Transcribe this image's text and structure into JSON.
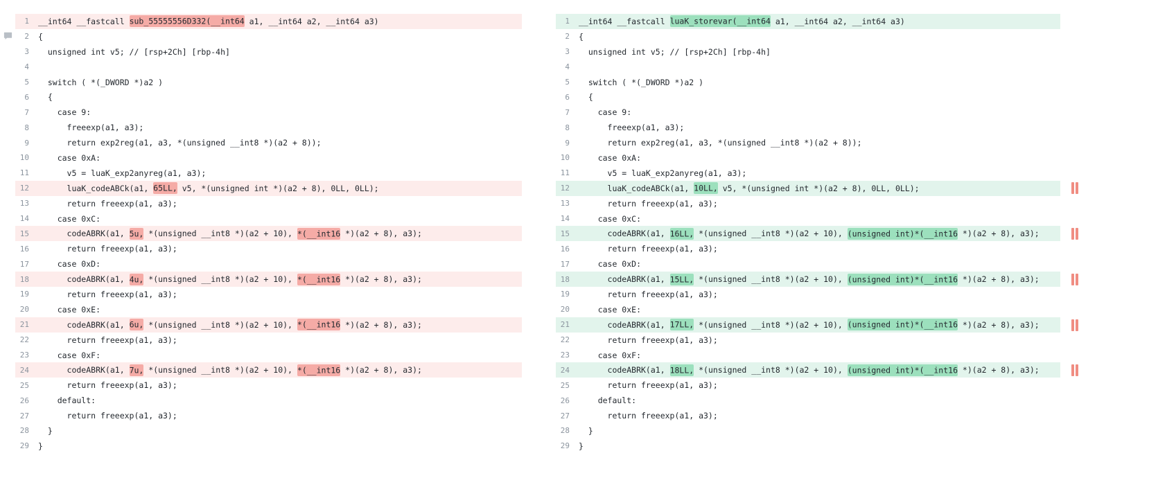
{
  "colors": {
    "background": "#ffffff",
    "code_text": "#24292f",
    "line_number": "#8b949e",
    "del_line_bg": "#fdeceb",
    "del_word_bg": "#f5aba6",
    "add_line_bg": "#e2f4ec",
    "add_word_bg": "#9ce0bd",
    "ruler_mark": "#f08d82",
    "comment_icon": "#b9bfc6"
  },
  "left_panel": {
    "side": "old",
    "comment_indicator_line": 2,
    "lines": [
      {
        "n": 1,
        "changed": true,
        "s": [
          [
            "__int64 __fastcall ",
            0
          ],
          [
            "sub_55555556D332(__int64",
            1
          ],
          [
            " a1, __int64 a2, __int64 a3)",
            0
          ]
        ]
      },
      {
        "n": 2,
        "changed": false,
        "s": [
          [
            "{",
            0
          ]
        ]
      },
      {
        "n": 3,
        "changed": false,
        "s": [
          [
            "  unsigned int v5; // [rsp+2Ch] [rbp-4h]",
            0
          ]
        ]
      },
      {
        "n": 4,
        "changed": false,
        "s": [
          [
            "",
            0
          ]
        ]
      },
      {
        "n": 5,
        "changed": false,
        "s": [
          [
            "  switch ( *(_DWORD *)a2 )",
            0
          ]
        ]
      },
      {
        "n": 6,
        "changed": false,
        "s": [
          [
            "  {",
            0
          ]
        ]
      },
      {
        "n": 7,
        "changed": false,
        "s": [
          [
            "    case 9:",
            0
          ]
        ]
      },
      {
        "n": 8,
        "changed": false,
        "s": [
          [
            "      freeexp(a1, a3);",
            0
          ]
        ]
      },
      {
        "n": 9,
        "changed": false,
        "s": [
          [
            "      return exp2reg(a1, a3, *(unsigned __int8 *)(a2 + 8));",
            0
          ]
        ]
      },
      {
        "n": 10,
        "changed": false,
        "s": [
          [
            "    case 0xA:",
            0
          ]
        ]
      },
      {
        "n": 11,
        "changed": false,
        "s": [
          [
            "      v5 = luaK_exp2anyreg(a1, a3);",
            0
          ]
        ]
      },
      {
        "n": 12,
        "changed": true,
        "s": [
          [
            "      luaK_codeABCk(a1, ",
            0
          ],
          [
            "65LL,",
            1
          ],
          [
            " v5, *(unsigned int *)(a2 + 8), 0LL, 0LL);",
            0
          ]
        ]
      },
      {
        "n": 13,
        "changed": false,
        "s": [
          [
            "      return freeexp(a1, a3);",
            0
          ]
        ]
      },
      {
        "n": 14,
        "changed": false,
        "s": [
          [
            "    case 0xC:",
            0
          ]
        ]
      },
      {
        "n": 15,
        "changed": true,
        "s": [
          [
            "      codeABRK(a1, ",
            0
          ],
          [
            "5u,",
            1
          ],
          [
            " *(unsigned __int8 *)(a2 + 10), ",
            0
          ],
          [
            "*(__int16",
            1
          ],
          [
            " *)(a2 + 8), a3);",
            0
          ]
        ]
      },
      {
        "n": 16,
        "changed": false,
        "s": [
          [
            "      return freeexp(a1, a3);",
            0
          ]
        ]
      },
      {
        "n": 17,
        "changed": false,
        "s": [
          [
            "    case 0xD:",
            0
          ]
        ]
      },
      {
        "n": 18,
        "changed": true,
        "s": [
          [
            "      codeABRK(a1, ",
            0
          ],
          [
            "4u,",
            1
          ],
          [
            " *(unsigned __int8 *)(a2 + 10), ",
            0
          ],
          [
            "*(__int16",
            1
          ],
          [
            " *)(a2 + 8), a3);",
            0
          ]
        ]
      },
      {
        "n": 19,
        "changed": false,
        "s": [
          [
            "      return freeexp(a1, a3);",
            0
          ]
        ]
      },
      {
        "n": 20,
        "changed": false,
        "s": [
          [
            "    case 0xE:",
            0
          ]
        ]
      },
      {
        "n": 21,
        "changed": true,
        "s": [
          [
            "      codeABRK(a1, ",
            0
          ],
          [
            "6u,",
            1
          ],
          [
            " *(unsigned __int8 *)(a2 + 10), ",
            0
          ],
          [
            "*(__int16",
            1
          ],
          [
            " *)(a2 + 8), a3);",
            0
          ]
        ]
      },
      {
        "n": 22,
        "changed": false,
        "s": [
          [
            "      return freeexp(a1, a3);",
            0
          ]
        ]
      },
      {
        "n": 23,
        "changed": false,
        "s": [
          [
            "    case 0xF:",
            0
          ]
        ]
      },
      {
        "n": 24,
        "changed": true,
        "s": [
          [
            "      codeABRK(a1, ",
            0
          ],
          [
            "7u,",
            1
          ],
          [
            " *(unsigned __int8 *)(a2 + 10), ",
            0
          ],
          [
            "*(__int16",
            1
          ],
          [
            " *)(a2 + 8), a3);",
            0
          ]
        ]
      },
      {
        "n": 25,
        "changed": false,
        "s": [
          [
            "      return freeexp(a1, a3);",
            0
          ]
        ]
      },
      {
        "n": 26,
        "changed": false,
        "s": [
          [
            "    default:",
            0
          ]
        ]
      },
      {
        "n": 27,
        "changed": false,
        "s": [
          [
            "      return freeexp(a1, a3);",
            0
          ]
        ]
      },
      {
        "n": 28,
        "changed": false,
        "s": [
          [
            "  }",
            0
          ]
        ]
      },
      {
        "n": 29,
        "changed": false,
        "s": [
          [
            "}",
            0
          ]
        ]
      }
    ]
  },
  "right_panel": {
    "side": "new",
    "lines": [
      {
        "n": 1,
        "changed": true,
        "s": [
          [
            "__int64 __fastcall ",
            0
          ],
          [
            "luaK_storevar(__int64",
            1
          ],
          [
            " a1, __int64 a2, __int64 a3)",
            0
          ]
        ]
      },
      {
        "n": 2,
        "changed": false,
        "s": [
          [
            "{",
            0
          ]
        ]
      },
      {
        "n": 3,
        "changed": false,
        "s": [
          [
            "  unsigned int v5; // [rsp+2Ch] [rbp-4h]",
            0
          ]
        ]
      },
      {
        "n": 4,
        "changed": false,
        "s": [
          [
            "",
            0
          ]
        ]
      },
      {
        "n": 5,
        "changed": false,
        "s": [
          [
            "  switch ( *(_DWORD *)a2 )",
            0
          ]
        ]
      },
      {
        "n": 6,
        "changed": false,
        "s": [
          [
            "  {",
            0
          ]
        ]
      },
      {
        "n": 7,
        "changed": false,
        "s": [
          [
            "    case 9:",
            0
          ]
        ]
      },
      {
        "n": 8,
        "changed": false,
        "s": [
          [
            "      freeexp(a1, a3);",
            0
          ]
        ]
      },
      {
        "n": 9,
        "changed": false,
        "s": [
          [
            "      return exp2reg(a1, a3, *(unsigned __int8 *)(a2 + 8));",
            0
          ]
        ]
      },
      {
        "n": 10,
        "changed": false,
        "s": [
          [
            "    case 0xA:",
            0
          ]
        ]
      },
      {
        "n": 11,
        "changed": false,
        "s": [
          [
            "      v5 = luaK_exp2anyreg(a1, a3);",
            0
          ]
        ]
      },
      {
        "n": 12,
        "changed": true,
        "s": [
          [
            "      luaK_codeABCk(a1, ",
            0
          ],
          [
            "10LL,",
            1
          ],
          [
            " v5, *(unsigned int *)(a2 + 8), 0LL, 0LL);",
            0
          ]
        ]
      },
      {
        "n": 13,
        "changed": false,
        "s": [
          [
            "      return freeexp(a1, a3);",
            0
          ]
        ]
      },
      {
        "n": 14,
        "changed": false,
        "s": [
          [
            "    case 0xC:",
            0
          ]
        ]
      },
      {
        "n": 15,
        "changed": true,
        "s": [
          [
            "      codeABRK(a1, ",
            0
          ],
          [
            "16LL,",
            1
          ],
          [
            " *(unsigned __int8 *)(a2 + 10), ",
            0
          ],
          [
            "(unsigned int)*(__int16",
            1
          ],
          [
            " *)(a2 + 8), a3);",
            0
          ]
        ]
      },
      {
        "n": 16,
        "changed": false,
        "s": [
          [
            "      return freeexp(a1, a3);",
            0
          ]
        ]
      },
      {
        "n": 17,
        "changed": false,
        "s": [
          [
            "    case 0xD:",
            0
          ]
        ]
      },
      {
        "n": 18,
        "changed": true,
        "s": [
          [
            "      codeABRK(a1, ",
            0
          ],
          [
            "15LL,",
            1
          ],
          [
            " *(unsigned __int8 *)(a2 + 10), ",
            0
          ],
          [
            "(unsigned int)*(__int16",
            1
          ],
          [
            " *)(a2 + 8), a3);",
            0
          ]
        ]
      },
      {
        "n": 19,
        "changed": false,
        "s": [
          [
            "      return freeexp(a1, a3);",
            0
          ]
        ]
      },
      {
        "n": 20,
        "changed": false,
        "s": [
          [
            "    case 0xE:",
            0
          ]
        ]
      },
      {
        "n": 21,
        "changed": true,
        "s": [
          [
            "      codeABRK(a1, ",
            0
          ],
          [
            "17LL,",
            1
          ],
          [
            " *(unsigned __int8 *)(a2 + 10), ",
            0
          ],
          [
            "(unsigned int)*(__int16",
            1
          ],
          [
            " *)(a2 + 8), a3);",
            0
          ]
        ]
      },
      {
        "n": 22,
        "changed": false,
        "s": [
          [
            "      return freeexp(a1, a3);",
            0
          ]
        ]
      },
      {
        "n": 23,
        "changed": false,
        "s": [
          [
            "    case 0xF:",
            0
          ]
        ]
      },
      {
        "n": 24,
        "changed": true,
        "s": [
          [
            "      codeABRK(a1, ",
            0
          ],
          [
            "18LL,",
            1
          ],
          [
            " *(unsigned __int8 *)(a2 + 10), ",
            0
          ],
          [
            "(unsigned int)*(__int16",
            1
          ],
          [
            " *)(a2 + 8), a3);",
            0
          ]
        ]
      },
      {
        "n": 25,
        "changed": false,
        "s": [
          [
            "      return freeexp(a1, a3);",
            0
          ]
        ]
      },
      {
        "n": 26,
        "changed": false,
        "s": [
          [
            "    default:",
            0
          ]
        ]
      },
      {
        "n": 27,
        "changed": false,
        "s": [
          [
            "      return freeexp(a1, a3);",
            0
          ]
        ]
      },
      {
        "n": 28,
        "changed": false,
        "s": [
          [
            "  }",
            0
          ]
        ]
      },
      {
        "n": 29,
        "changed": false,
        "s": [
          [
            "}",
            0
          ]
        ]
      }
    ]
  },
  "overview_ruler": {
    "marker_lines": [
      12,
      15,
      18,
      21,
      24
    ]
  }
}
